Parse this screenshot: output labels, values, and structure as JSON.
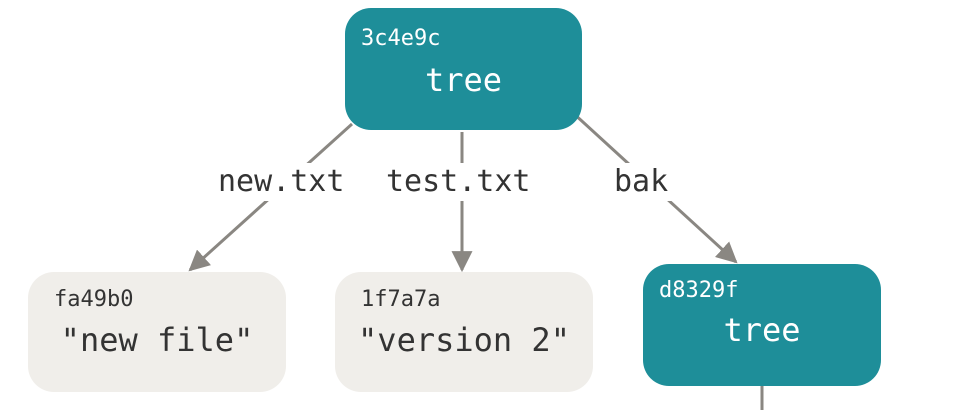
{
  "colors": {
    "tree_fill": "#1e8e99",
    "blob_fill": "#f0eeea",
    "edge": "#8a8782",
    "text_dark": "#333333",
    "text_light": "#ffffff"
  },
  "nodes": {
    "root_tree": {
      "id": "3c4e9c",
      "label": "tree"
    },
    "blob_new": {
      "id": "fa49b0",
      "label": "\"new file\""
    },
    "blob_test": {
      "id": "1f7a7a",
      "label": "\"version 2\""
    },
    "sub_tree": {
      "id": "d8329f",
      "label": "tree"
    }
  },
  "edges": {
    "new_txt": "new.txt",
    "test_txt": "test.txt",
    "bak": "bak"
  }
}
